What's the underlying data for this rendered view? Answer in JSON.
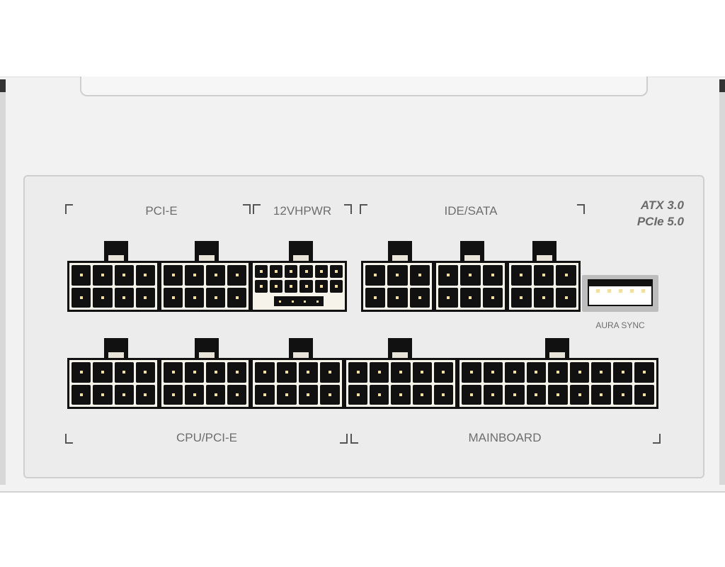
{
  "labels": {
    "pcie": "PCI-E",
    "hpwr": "12VHPWR",
    "sata": "IDE/SATA",
    "cpu": "CPU/PCI-E",
    "mainboard": "MAINBOARD",
    "aura": "AURA SYNC"
  },
  "spec": {
    "line1": "ATX 3.0",
    "line2": "PCIe 5.0"
  },
  "connectors": [
    {
      "name": "pcie-connector-1",
      "cols": 4,
      "rows": 2
    },
    {
      "name": "pcie-connector-2",
      "cols": 4,
      "rows": 2
    },
    {
      "name": "12vhpwr-connector",
      "cols": 6,
      "rows": 2,
      "sense": 4
    },
    {
      "name": "sata-connector-1",
      "cols": 3,
      "rows": 2
    },
    {
      "name": "sata-connector-2",
      "cols": 3,
      "rows": 2
    },
    {
      "name": "sata-connector-3",
      "cols": 3,
      "rows": 2
    },
    {
      "name": "cpu-pcie-connector-1",
      "cols": 4,
      "rows": 2
    },
    {
      "name": "cpu-pcie-connector-2",
      "cols": 4,
      "rows": 2
    },
    {
      "name": "cpu-pcie-connector-3",
      "cols": 4,
      "rows": 2
    },
    {
      "name": "mainboard-connector-1",
      "cols": 5,
      "rows": 2
    },
    {
      "name": "mainboard-connector-2",
      "cols": 9,
      "rows": 2
    }
  ],
  "aura_pins": 5
}
